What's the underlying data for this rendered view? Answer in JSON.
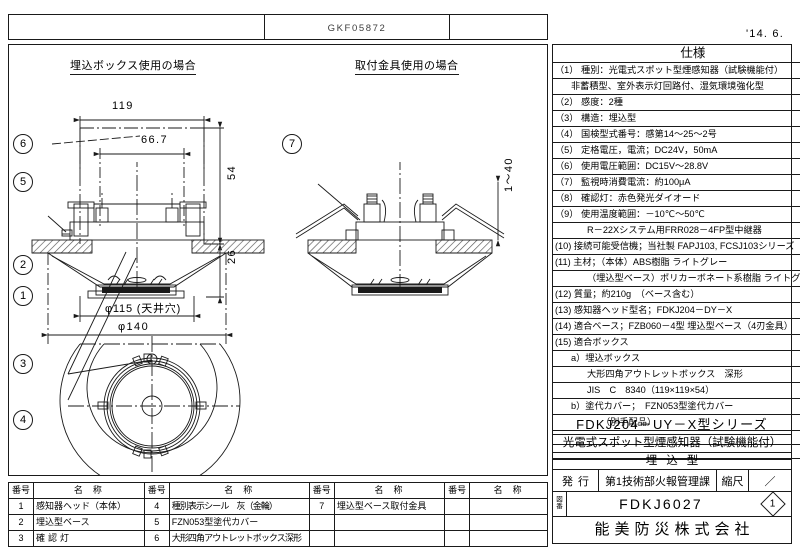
{
  "sheet": {
    "stamp_code": "GKF05872",
    "date": "'14. 6."
  },
  "views": {
    "left_caption": "埋込ボックス使用の場合",
    "right_caption": "取付金具使用の場合",
    "dimensions": {
      "overall_box_width": "119",
      "screw_pitch": "66.7",
      "box_depth": "54",
      "protrusion": "26",
      "ceiling_hole": "φ115 (天井穴)",
      "outer_dia": "φ140",
      "bracket_range": "1～40"
    },
    "balloons": [
      "1",
      "2",
      "3",
      "4",
      "5",
      "6",
      "7"
    ]
  },
  "spec": {
    "header": "仕様",
    "rows": [
      {
        "no": "（1）",
        "text": "種別：光電式スポット型煙感知器（試験機能付）",
        "indent": 0
      },
      {
        "no": "",
        "text": "非蓄積型、室外表示灯回路付、湿気環境強化型",
        "indent": 1
      },
      {
        "no": "（2）",
        "text": "感度：2種",
        "indent": 0
      },
      {
        "no": "（3）",
        "text": "構造：埋込型",
        "indent": 0
      },
      {
        "no": "（4）",
        "text": "国検型式番号：感第14～25～2号",
        "indent": 0
      },
      {
        "no": "（5）",
        "text": "定格電圧，電流；DC24V，50mA",
        "indent": 0
      },
      {
        "no": "（6）",
        "text": "使用電圧範囲：DC15V～28.8V",
        "indent": 0
      },
      {
        "no": "（7）",
        "text": "監視時消費電流：約100μA",
        "indent": 0
      },
      {
        "no": "（8）",
        "text": "確認灯：赤色発光ダイオード",
        "indent": 0
      },
      {
        "no": "（9）",
        "text": "使用温度範囲：－10℃～50℃",
        "indent": 0
      },
      {
        "no": "",
        "text": "R－22Xシステム用FRR028－4FP型中継器",
        "indent": 2
      },
      {
        "no": "(10)",
        "text": "接続可能受信機；当社製 FAPJ103, FCSJ103シリーズ",
        "indent": 0
      },
      {
        "no": "(11)",
        "text": "主材；（本体）ABS樹脂 ライトグレー",
        "indent": 0
      },
      {
        "no": "",
        "text": "（埋込型ベース）ポリカーボネート系樹脂 ライトグレー",
        "indent": 2
      },
      {
        "no": "(12)",
        "text": "質量；約210g　（ベース含む）",
        "indent": 0
      },
      {
        "no": "(13)",
        "text": "感知器ヘッド型名；FDKJ204－DY－X",
        "indent": 0
      },
      {
        "no": "(14)",
        "text": "適合ベース；FZB060－4型 埋込型ベース（4刃金具）",
        "indent": 0
      },
      {
        "no": "(15)",
        "text": "適合ボックス",
        "indent": 0
      },
      {
        "no": "",
        "text": "a）埋込ボックス",
        "indent": 1
      },
      {
        "no": "",
        "text": "大形四角アウトレットボックス　深形",
        "indent": 2
      },
      {
        "no": "",
        "text": "JIS　C　8340（119×119×54）",
        "indent": 2
      },
      {
        "no": "",
        "text": "b）塗代カバー；　FZN053型塗代カバー",
        "indent": 1
      },
      {
        "no": "",
        "text": "（別手配品）",
        "indent": 3
      },
      {
        "no": "",
        "text": "",
        "indent": 0
      },
      {
        "no": "",
        "text": "",
        "indent": 0
      }
    ]
  },
  "title_block": {
    "model": "FDKJ204－UY－X型シリーズ",
    "type": "光電式スポット型煙感知器（試験機能付）",
    "subtype": "埋込型",
    "issue_label": "発行",
    "issue_dept": "第1技術部火報管理課",
    "scale_label": "縮尺",
    "scale_value": "／",
    "drawing_no_label": "図番",
    "drawing_no": "FDKJ6027",
    "revision": "1",
    "company": "能美防災株式会社"
  },
  "parts": {
    "header_no": "番号",
    "header_name": "名称",
    "groups": [
      [
        {
          "no": "1",
          "name": "感知器ヘッド（本体）"
        },
        {
          "no": "2",
          "name": "埋込型ベース"
        },
        {
          "no": "3",
          "name": "確認灯",
          "spaced": true
        }
      ],
      [
        {
          "no": "4",
          "name": "種別表示シール　灰（金輪）",
          "tight": true
        },
        {
          "no": "5",
          "name": "FZN053型塗代カバー"
        },
        {
          "no": "6",
          "name": "大形四角アウトレットボックス深形",
          "tight": true
        }
      ],
      [
        {
          "no": "7",
          "name": "埋込型ベース取付金具"
        },
        {
          "no": "",
          "name": ""
        },
        {
          "no": "",
          "name": ""
        }
      ],
      [
        {
          "no": "",
          "name": ""
        },
        {
          "no": "",
          "name": ""
        },
        {
          "no": "",
          "name": ""
        }
      ]
    ]
  },
  "colors": {
    "ink": "#1a1a1a",
    "paper": "#ffffff",
    "hatch": "#5a5a5a"
  }
}
